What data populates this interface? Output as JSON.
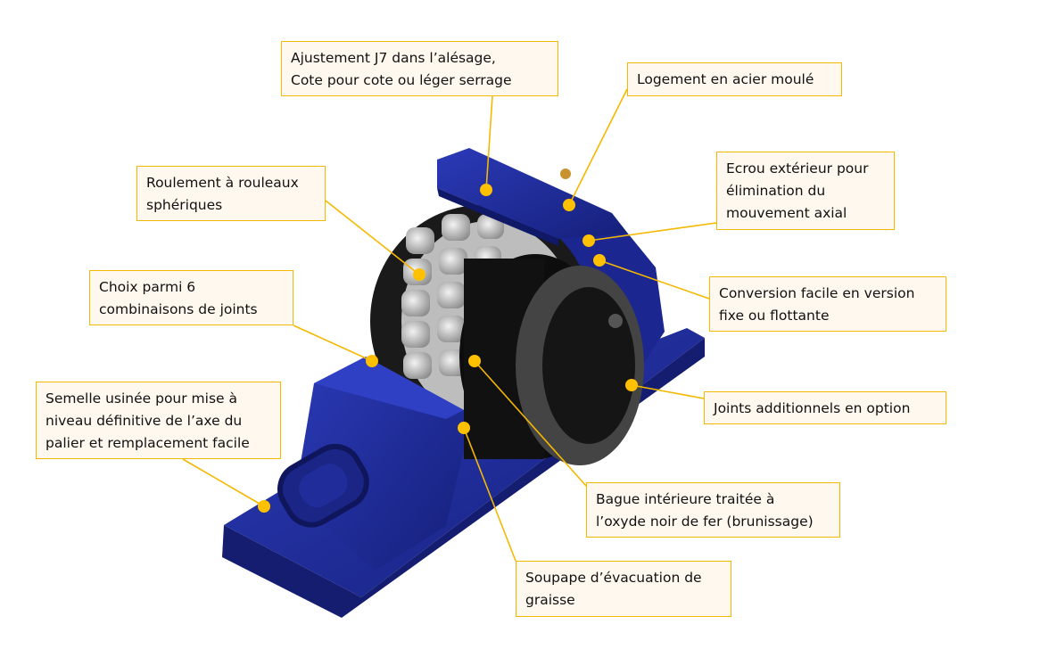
{
  "colors": {
    "housing": "#1E2A9A",
    "callout_border": "#F5B800",
    "callout_fill": "#FFF8EE",
    "dot": "#FFC000"
  },
  "callouts": [
    {
      "id": "ajustement",
      "text": "Ajustement J7 dans l’alésage,\nCote pour cote ou léger serrage"
    },
    {
      "id": "logement",
      "text": "Logement en acier moulé"
    },
    {
      "id": "ecrou",
      "text": "Ecrou extérieur pour\nélimination du\nmouvement axial"
    },
    {
      "id": "roulement",
      "text": "Roulement à rouleaux\nsphériques"
    },
    {
      "id": "choix",
      "text": "Choix parmi 6\ncombinaisons de joints"
    },
    {
      "id": "conversion",
      "text": "Conversion facile en version\nfixe ou flottante"
    },
    {
      "id": "semelle",
      "text": "Semelle usinée pour mise à\nniveau définitive de l’axe du\npalier et remplacement facile"
    },
    {
      "id": "joints",
      "text": "Joints additionnels en option"
    },
    {
      "id": "bague",
      "text": "Bague intérieure traitée à\nl’oxyde noir de fer (brunissage)"
    },
    {
      "id": "soupape",
      "text": "Soupape d’évacuation de\ngraisse"
    }
  ]
}
